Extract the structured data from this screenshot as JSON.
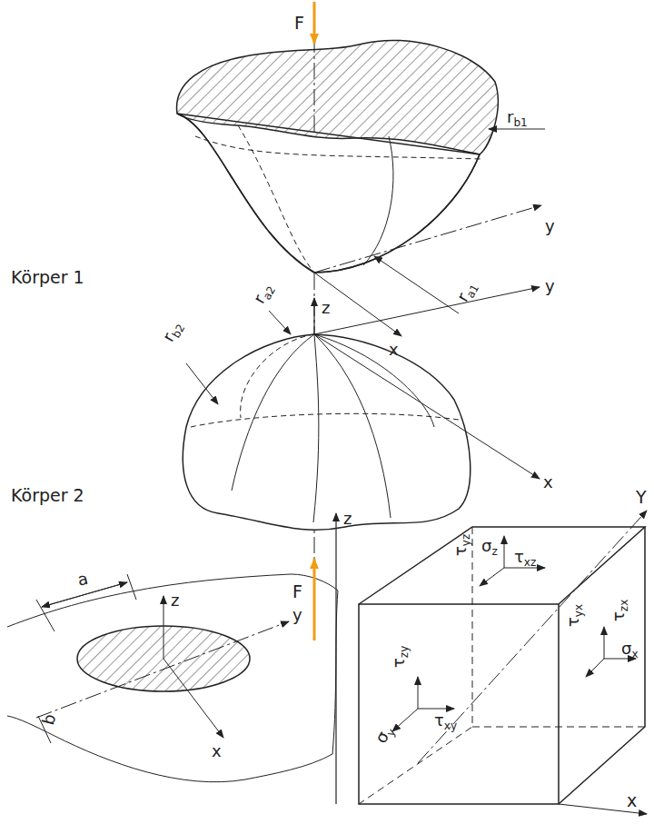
{
  "diagram": {
    "labels": [
      "F",
      "rb1",
      "y",
      "Körper 1",
      "ra1",
      "z",
      "x",
      "ra2",
      "y",
      "rb2",
      "Körper 2",
      "x",
      "F",
      "z",
      "a",
      "y",
      "b",
      "x",
      "z",
      "Y",
      "σz",
      "τxz",
      "τyz",
      "τzx",
      "σx",
      "τyx",
      "τzy",
      "τxy",
      "σy",
      "x"
    ]
  }
}
